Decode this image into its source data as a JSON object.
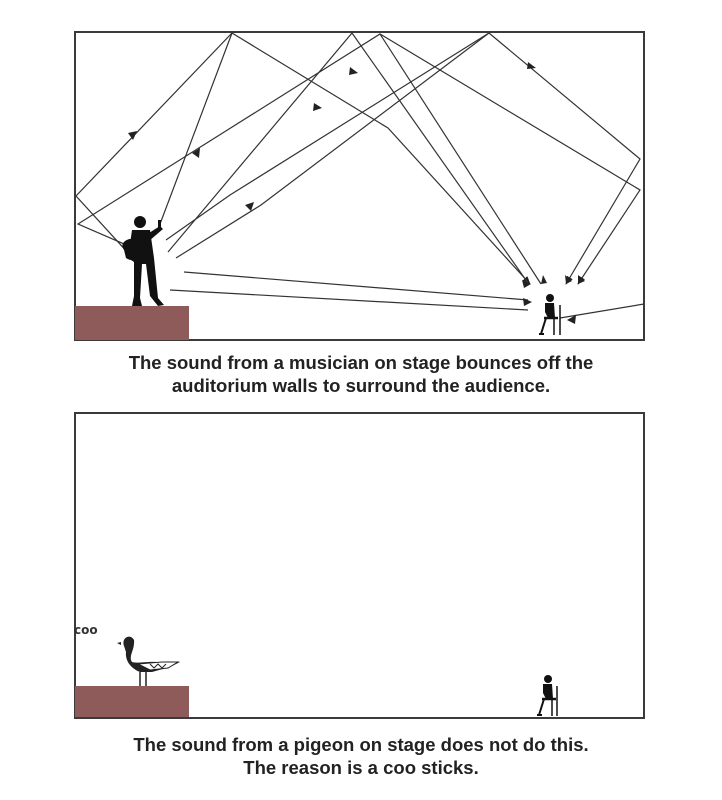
{
  "top_panel": {
    "caption_line1": "The sound from a musician on stage bounces off the",
    "caption_line2": "auditorium walls to surround the audience."
  },
  "bottom_panel": {
    "sound_text": "coo",
    "caption_line1": "The sound from a pigeon on stage does not do this.",
    "caption_line2": "The reason is a coo sticks."
  },
  "colors": {
    "stage": "#8e5a5a",
    "ink": "#222222",
    "border": "#3a3a3a"
  },
  "icons": [
    "guitarist-silhouette",
    "seated-listener",
    "pigeon",
    "sound-arrow"
  ]
}
